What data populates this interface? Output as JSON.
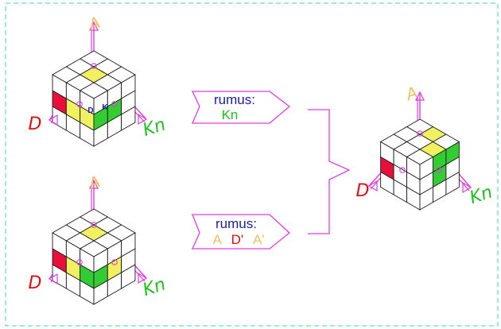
{
  "colors": {
    "frame": "#35d6d6",
    "axis": "#e43ae4",
    "yellow_face": "#f0f060",
    "red_face": "#e8103a",
    "green_face": "#33cc33",
    "label_blue": "#1a1ab8",
    "label_green": "#20c020",
    "label_red": "#e01010",
    "label_yellow": "#f0c060",
    "letter_A": "#f0c060",
    "letter_D": "#e01010",
    "letter_Kn": "#20c020",
    "cube_line": "#1a1a1a"
  },
  "axes": {
    "top": "A",
    "left": "D",
    "right": "Kn"
  },
  "cube_top_left": {
    "face_letters": {
      "d": "D",
      "k": "K"
    }
  },
  "label_top": {
    "heading": "rumus:",
    "formula": "Kn"
  },
  "label_bottom": {
    "heading": "rumus:",
    "formula_1": "A",
    "formula_2": "D'",
    "formula_3": "A'"
  }
}
